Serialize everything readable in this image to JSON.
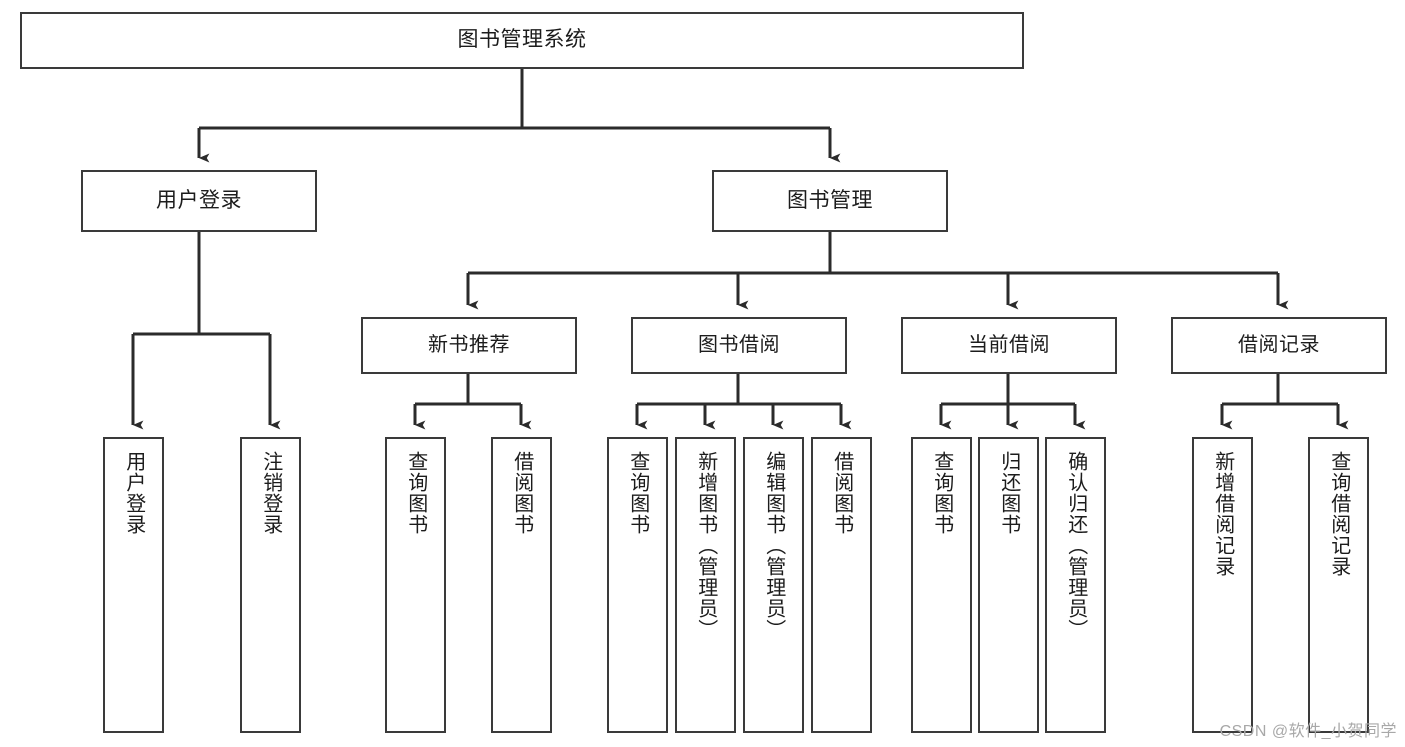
{
  "diagram": {
    "title": "图书管理系统",
    "type": "tree-hierarchy-diagram",
    "colors": {
      "box_border": "#3a3a3a",
      "box_fill": "#ffffff",
      "edge": "#2b2b2b",
      "text": "#1c1c1c",
      "watermark": "#a8a8a8",
      "background": "#ffffff"
    },
    "root": {
      "label": "图书管理系统"
    },
    "level2": [
      {
        "label": "用户登录"
      },
      {
        "label": "图书管理"
      }
    ],
    "level3": [
      {
        "label": "新书推荐"
      },
      {
        "label": "图书借阅"
      },
      {
        "label": "当前借阅"
      },
      {
        "label": "借阅记录"
      }
    ],
    "leaves": {
      "user_login": [
        {
          "label": "用户登录"
        },
        {
          "label": "注销登录"
        }
      ],
      "new_book_recommend": [
        {
          "label": "查询图书"
        },
        {
          "label": "借阅图书"
        }
      ],
      "book_borrow": [
        {
          "label": "查询图书"
        },
        {
          "label": "新增图书（管理员）"
        },
        {
          "label": "编辑图书（管理员）"
        },
        {
          "label": "借阅图书"
        }
      ],
      "current_borrow": [
        {
          "label": "查询图书"
        },
        {
          "label": "归还图书"
        },
        {
          "label": "确认归还（管理员）"
        }
      ],
      "borrow_record": [
        {
          "label": "新增借阅记录"
        },
        {
          "label": "查询借阅记录"
        }
      ]
    }
  },
  "watermark": {
    "text": "CSDN @软件_小贺同学"
  }
}
